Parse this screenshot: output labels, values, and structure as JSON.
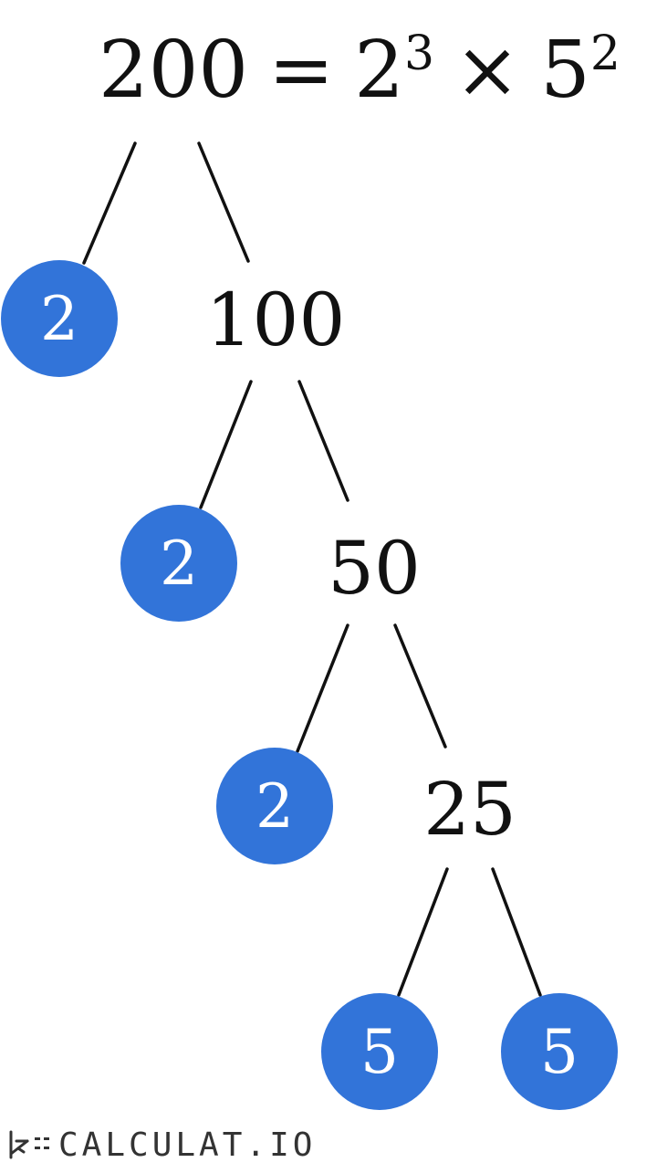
{
  "formula": {
    "number": "200",
    "equals": "=",
    "base1": "2",
    "exp1": "3",
    "times": "×",
    "base2": "5",
    "exp2": "2"
  },
  "tree": {
    "composites": [
      "100",
      "50",
      "25"
    ],
    "leaves": [
      "2",
      "2",
      "2",
      "5",
      "5"
    ]
  },
  "brand": {
    "name": "CALCULAT.IO"
  },
  "colors": {
    "leaf_fill": "#3274d9",
    "edge": "#111111",
    "text": "#111111"
  }
}
